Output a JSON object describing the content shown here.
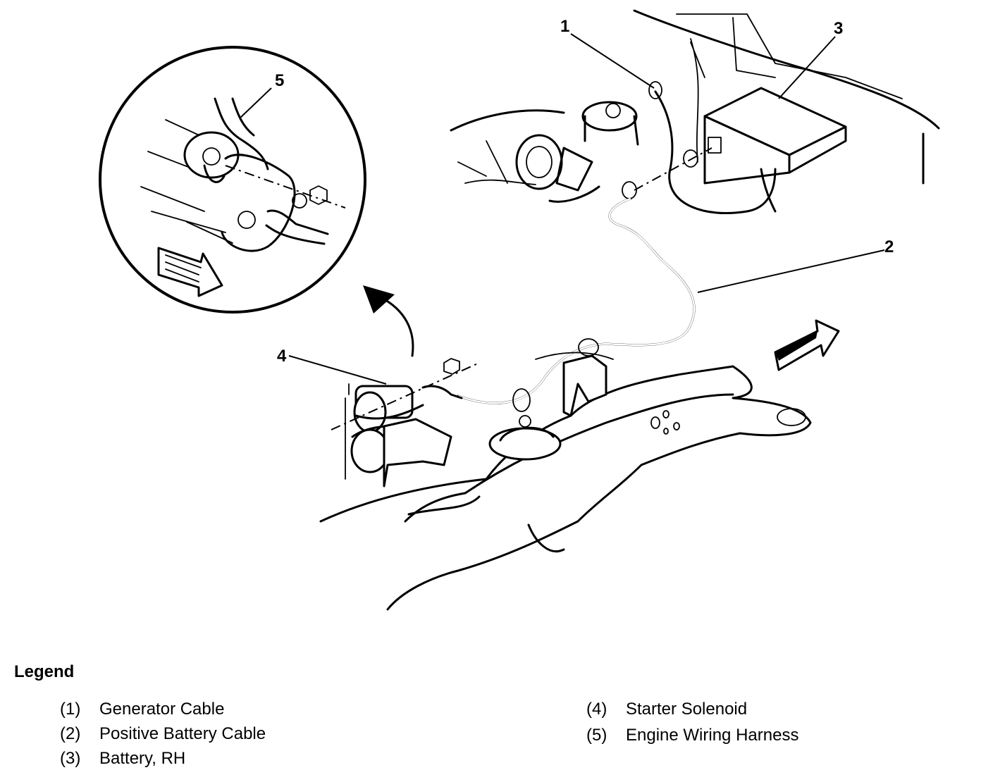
{
  "callouts": [
    {
      "id": "1",
      "label": "1"
    },
    {
      "id": "2",
      "label": "2"
    },
    {
      "id": "3",
      "label": "3"
    },
    {
      "id": "4",
      "label": "4"
    },
    {
      "id": "5",
      "label": "5"
    }
  ],
  "legend": {
    "title": "Legend",
    "items": [
      {
        "num": "(1)",
        "text": "Generator Cable"
      },
      {
        "num": "(2)",
        "text": "Positive Battery Cable"
      },
      {
        "num": "(3)",
        "text": "Battery, RH"
      },
      {
        "num": "(4)",
        "text": "Starter Solenoid"
      },
      {
        "num": "(5)",
        "text": "Engine Wiring Harness"
      }
    ]
  },
  "icons": [
    "forward-arrow-icon",
    "detail-view-arrow-icon"
  ]
}
